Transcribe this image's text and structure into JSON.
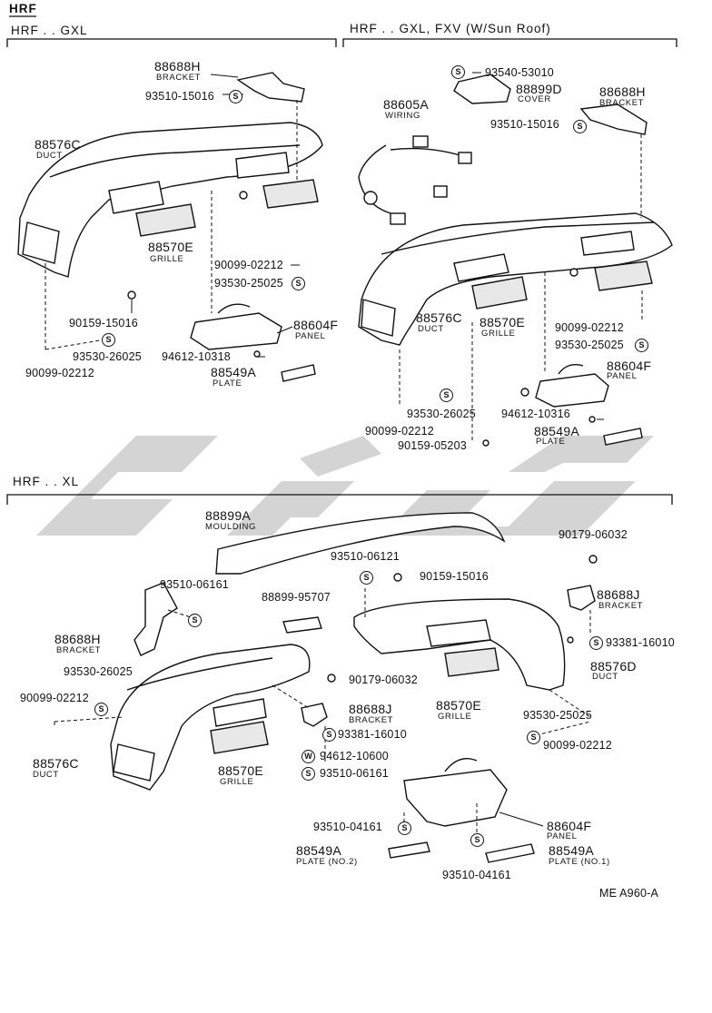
{
  "title": "HRF",
  "sections": {
    "top_left": "HRF . . GXL",
    "top_right": "HRF . . GXL, FXV (W/Sun Roof)",
    "bottom": "HRF . . XL"
  },
  "labels": {
    "tl_88688H": "88688H",
    "tl_88688H_sub": "BRACKET",
    "tl_93510_15016": "93510-15016",
    "tl_88576C": "88576C",
    "tl_88576C_sub": "DUCT",
    "tl_88570E": "88570E",
    "tl_88570E_sub": "GRILLE",
    "tl_90099_02212a": "90099-02212",
    "tl_93530_25025": "93530-25025",
    "tl_90159_15016": "90159-15016",
    "tl_88604F": "88604F",
    "tl_88604F_sub": "PANEL",
    "tl_93530_26025": "93530-26025",
    "tl_94612_10318": "94612-10318",
    "tl_88549A": "88549A",
    "tl_88549A_sub": "PLATE",
    "tl_90099_02212b": "90099-02212",
    "tr_93540_53010": "93540-53010",
    "tr_88899D": "88899D",
    "tr_88899D_sub": "COVER",
    "tr_88605A": "88605A",
    "tr_88605A_sub": "WIRING",
    "tr_88688H": "88688H",
    "tr_88688H_sub": "BRACKET",
    "tr_93510_15016": "93510-15016",
    "tr_88576C": "88576C",
    "tr_88576C_sub": "DUCT",
    "tr_88570E": "88570E",
    "tr_88570E_sub": "GRILLE",
    "tr_90099_02212a": "90099-02212",
    "tr_93530_25025": "93530-25025",
    "tr_88604F": "88604F",
    "tr_88604F_sub": "PANEL",
    "tr_93530_26025": "93530-26025",
    "tr_94612_10316": "94612-10316",
    "tr_90099_02212b": "90099-02212",
    "tr_88549A": "88549A",
    "tr_88549A_sub": "PLATE",
    "tr_90159_05203": "90159-05203",
    "b_88899A": "88899A",
    "b_88899A_sub": "MOULDING",
    "b_90179_06032a": "90179-06032",
    "b_93510_06121": "93510-06121",
    "b_90159_15016": "90159-15016",
    "b_93510_06161a": "93510-06161",
    "b_88899_95707": "88899-95707",
    "b_88688J_r": "88688J",
    "b_88688J_r_sub": "BRACKET",
    "b_88688H": "88688H",
    "b_88688H_sub": "BRACKET",
    "b_93381_16010a": "93381-16010",
    "b_93530_26025": "93530-26025",
    "b_90179_06032b": "90179-06032",
    "b_88576D": "88576D",
    "b_88576D_sub": "DUCT",
    "b_90099_02212a": "90099-02212",
    "b_88688J_c": "88688J",
    "b_88688J_c_sub": "BRACKET",
    "b_88570E_r": "88570E",
    "b_88570E_r_sub": "GRILLE",
    "b_93381_16010b": "93381-16010",
    "b_93530_25025": "93530-25025",
    "b_88576C": "88576C",
    "b_88576C_sub": "DUCT",
    "b_94612_10600": "94612-10600",
    "b_90099_02212b": "90099-02212",
    "b_88570E_l": "88570E",
    "b_88570E_l_sub": "GRILLE",
    "b_93510_06161b": "93510-06161",
    "b_93510_04161a": "93510-04161",
    "b_88604F": "88604F",
    "b_88604F_sub": "PANEL",
    "b_88549A_2": "88549A",
    "b_88549A_2_sub": "PLATE (NO.2)",
    "b_88549A_1": "88549A",
    "b_88549A_1_sub": "PLATE (NO.1)",
    "b_93510_04161b": "93510-04161"
  },
  "badges": {
    "s": "S",
    "w": "W"
  },
  "footer": "ME  A960-A",
  "colors": {
    "ink": "#111111",
    "watermark": "#d3d3d3"
  }
}
